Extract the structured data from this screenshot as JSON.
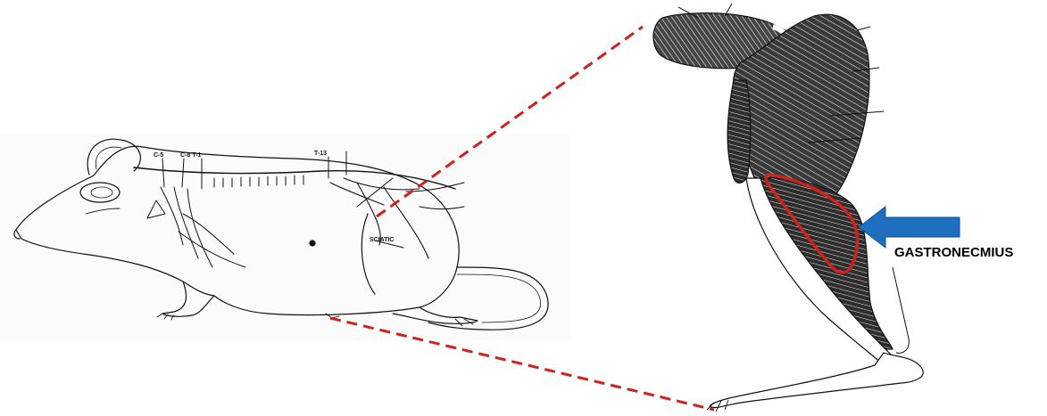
{
  "rat": {
    "labels": {
      "c5": "C-5",
      "c8t1": "C-8 T-1",
      "t13": "T-13",
      "sciatic": "SCIATIC"
    }
  },
  "muscle": {
    "label": "GASTRONECMIUS"
  },
  "colors": {
    "connector": "#d0211c",
    "highlight": "#d0211c",
    "arrow": "#1f6fc0",
    "ink": "#111111"
  }
}
